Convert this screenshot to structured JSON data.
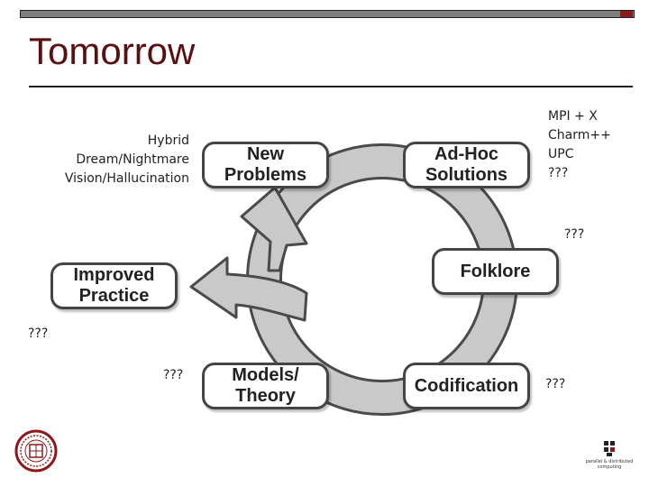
{
  "slide": {
    "title": "Tomorrow"
  },
  "boxes": {
    "new_problems": "New\nProblems",
    "adhoc_solutions": "Ad-Hoc\nSolutions",
    "folklore": "Folklore",
    "improved_practice": "Improved\nPractice",
    "models_theory": "Models/\nTheory",
    "codification": "Codification"
  },
  "notes": {
    "new_problems": "Hybrid\nDream/Nightmare\nVision/Hallucination",
    "adhoc_solutions": "MPI + X\nCharm++\nUPC\n???",
    "folklore": "???",
    "improved_practice": "???",
    "models_theory": "???",
    "codification": "???"
  },
  "footer": {
    "logo_text": "parallel & distributed\ncomputing"
  },
  "colors": {
    "title": "#5a1010",
    "cycle_fill": "#c9c9c9",
    "accent": "#8b1a1a"
  }
}
